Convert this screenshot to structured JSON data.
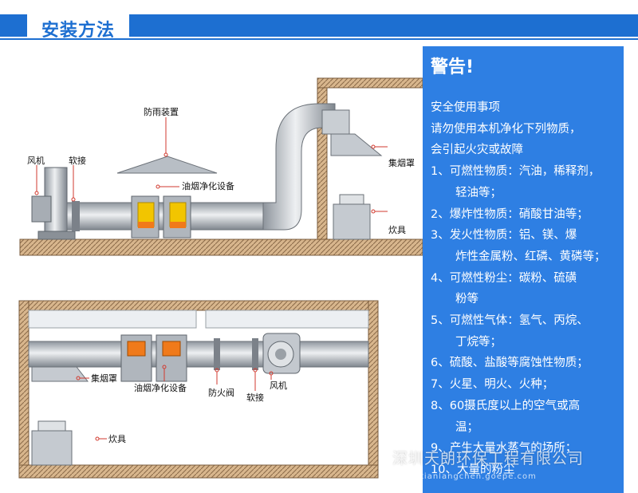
{
  "section_title": "安装方法",
  "warning": {
    "title": "警告!",
    "lines": [
      {
        "text": "安全使用事项",
        "indent": false
      },
      {
        "text": "请勿使用本机净化下列物质，",
        "indent": false
      },
      {
        "text": "会引起火灾或故障",
        "indent": false
      },
      {
        "text": "1、可燃性物质：汽油，稀释剂，",
        "indent": false
      },
      {
        "text": "轻油等；",
        "indent": true
      },
      {
        "text": "2、爆炸性物质：硝酸甘油等；",
        "indent": false
      },
      {
        "text": "3、发火性物质：铝、镁、爆",
        "indent": false
      },
      {
        "text": "炸性金属粉、红磷、黄磷等；",
        "indent": true
      },
      {
        "text": "4、可燃性粉尘：碳粉、硫磺",
        "indent": false
      },
      {
        "text": "粉等",
        "indent": true
      },
      {
        "text": "5、可燃性气体：氢气、丙烷、",
        "indent": false
      },
      {
        "text": "丁烷等；",
        "indent": true
      },
      {
        "text": "6、硫酸、盐酸等腐蚀性物质；",
        "indent": false
      },
      {
        "text": "7、火星、明火、火种；",
        "indent": false
      },
      {
        "text": "8、60摄氏度以上的空气或高",
        "indent": false
      },
      {
        "text": "温；",
        "indent": true
      },
      {
        "text": "9、产生大量水蒸气的场所；",
        "indent": false
      },
      {
        "text": "10、大量的粉尘",
        "indent": false
      }
    ]
  },
  "diagram_top": {
    "fan": "风机",
    "soft_joint": "软接",
    "rain_cover": "防雨装置",
    "purifier": "油烟净化设备",
    "hood": "集烟罩",
    "stove": "炊具"
  },
  "diagram_bottom": {
    "hood": "集烟罩",
    "purifier": "油烟净化设备",
    "fire_valve": "防火阀",
    "soft_joint": "软接",
    "fan": "风机",
    "stove": "炊具"
  },
  "watermark": {
    "company": "深圳天朗环保工程有限公司",
    "url": "tianlangchen.goepe.com"
  },
  "colors": {
    "accent": "#1d6fd1",
    "panel": "#2e7fe3",
    "duct": "#c7ccd2",
    "purifier_body": "#f2c500",
    "purifier_body_bottom": "#f07a1a",
    "wall": "#c9a27a"
  }
}
